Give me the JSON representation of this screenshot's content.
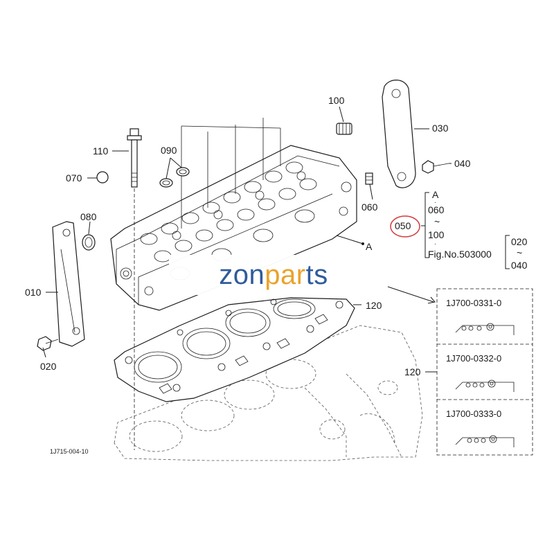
{
  "watermark": {
    "part1": "zon",
    "part2": "par",
    "part3": "ts"
  },
  "colors": {
    "ink": "#1a1a1a",
    "highlight": "#d23b3b",
    "brand_blue": "#2f5b9c",
    "brand_orange": "#e9a32a"
  },
  "callouts": {
    "p010": "010",
    "p020": "020",
    "p030": "030",
    "p040": "040",
    "p050": "050",
    "p060": "060",
    "p070": "070",
    "p080": "080",
    "p090": "090",
    "p100": "100",
    "p110": "110",
    "p120": "120",
    "p120_group": "120"
  },
  "point_a": "A",
  "assembly_note": {
    "header": "A",
    "range_start": "060",
    "tilde1": "~",
    "range_end": "100",
    "fig_ref": "Fig.No.503000",
    "fig_range_start": "020",
    "tilde2": "~",
    "fig_range_end": "040",
    "highlighted": "050"
  },
  "variants": [
    {
      "part_number": "1J700-0331-0"
    },
    {
      "part_number": "1J700-0332-0"
    },
    {
      "part_number": "1J700-0333-0"
    }
  ],
  "drawing_id": "1J715-004-10"
}
